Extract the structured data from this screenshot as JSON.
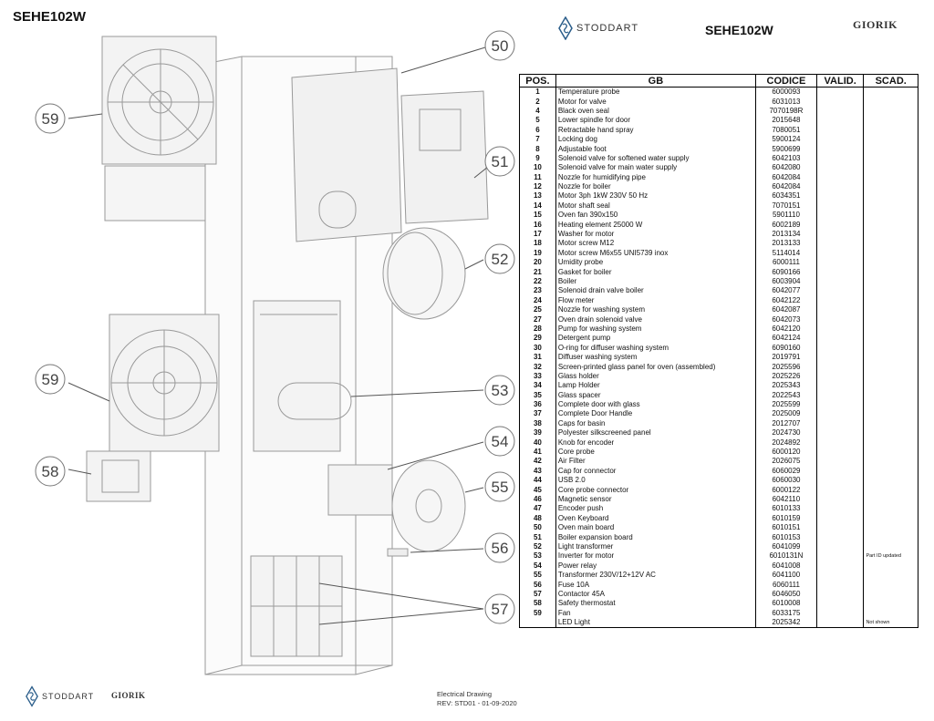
{
  "doc_id": "SEHE102W",
  "header": {
    "brand_left": "STODDART",
    "model": "SEHE102W",
    "brand_right": "GIORIK"
  },
  "footer": {
    "brand_left": "STODDART",
    "brand_right": "GIORIK",
    "drawing_type": "Electrical Drawing",
    "revision": "REV: STD01 - 01-09-2020"
  },
  "callouts": [
    "50",
    "51",
    "52",
    "53",
    "54",
    "55",
    "56",
    "57",
    "58",
    "59",
    "59"
  ],
  "table": {
    "headers": [
      "POS.",
      "GB",
      "CODICE",
      "VALID.",
      "SCAD."
    ],
    "rows": [
      {
        "pos": "1",
        "desc": "Temperature probe",
        "code": "6000093",
        "valid": "",
        "scad": ""
      },
      {
        "pos": "2",
        "desc": "Motor for valve",
        "code": "6031013",
        "valid": "",
        "scad": ""
      },
      {
        "pos": "4",
        "desc": "Black oven seal",
        "code": "7070198R",
        "valid": "",
        "scad": ""
      },
      {
        "pos": "5",
        "desc": "Lower spindle for door",
        "code": "2015648",
        "valid": "",
        "scad": ""
      },
      {
        "pos": "6",
        "desc": "Retractable hand spray",
        "code": "7080051",
        "valid": "",
        "scad": ""
      },
      {
        "pos": "7",
        "desc": "Locking dog",
        "code": "5900124",
        "valid": "",
        "scad": ""
      },
      {
        "pos": "8",
        "desc": "Adjustable foot",
        "code": "5900699",
        "valid": "",
        "scad": ""
      },
      {
        "pos": "9",
        "desc": "Solenoid valve for softened water supply",
        "code": "6042103",
        "valid": "",
        "scad": ""
      },
      {
        "pos": "10",
        "desc": "Solenoid valve for main water supply",
        "code": "6042080",
        "valid": "",
        "scad": ""
      },
      {
        "pos": "11",
        "desc": "Nozzle for humidifying pipe",
        "code": "6042084",
        "valid": "",
        "scad": ""
      },
      {
        "pos": "12",
        "desc": "Nozzle for boiler",
        "code": "6042084",
        "valid": "",
        "scad": ""
      },
      {
        "pos": "13",
        "desc": "Motor 3ph   1kW 230V 50 Hz",
        "code": "6034351",
        "valid": "",
        "scad": ""
      },
      {
        "pos": "14",
        "desc": "Motor shaft seal",
        "code": "7070151",
        "valid": "",
        "scad": ""
      },
      {
        "pos": "15",
        "desc": "Oven fan 390x150",
        "code": "5901110",
        "valid": "",
        "scad": ""
      },
      {
        "pos": "16",
        "desc": "Heating element 25000 W",
        "code": "6002189",
        "valid": "",
        "scad": ""
      },
      {
        "pos": "17",
        "desc": "Washer for motor",
        "code": "2013134",
        "valid": "",
        "scad": ""
      },
      {
        "pos": "18",
        "desc": "Motor screw M12",
        "code": "2013133",
        "valid": "",
        "scad": ""
      },
      {
        "pos": "19",
        "desc": "Motor screw M6x55 UNI5739 inox",
        "code": "5114014",
        "valid": "",
        "scad": ""
      },
      {
        "pos": "20",
        "desc": "Umidity probe",
        "code": "6000111",
        "valid": "",
        "scad": ""
      },
      {
        "pos": "21",
        "desc": "Gasket for boiler",
        "code": "6090166",
        "valid": "",
        "scad": ""
      },
      {
        "pos": "22",
        "desc": "Boiler",
        "code": "6003904",
        "valid": "",
        "scad": ""
      },
      {
        "pos": "23",
        "desc": "Solenoid drain valve boiler",
        "code": "6042077",
        "valid": "",
        "scad": ""
      },
      {
        "pos": "24",
        "desc": "Flow meter",
        "code": "6042122",
        "valid": "",
        "scad": ""
      },
      {
        "pos": "25",
        "desc": "Nozzle for washing system",
        "code": "6042087",
        "valid": "",
        "scad": ""
      },
      {
        "pos": "27",
        "desc": "Oven drain solenoid valve",
        "code": "6042073",
        "valid": "",
        "scad": ""
      },
      {
        "pos": "28",
        "desc": "Pump for washing system",
        "code": "6042120",
        "valid": "",
        "scad": ""
      },
      {
        "pos": "29",
        "desc": "Detergent pump",
        "code": "6042124",
        "valid": "",
        "scad": ""
      },
      {
        "pos": "30",
        "desc": "O-ring for diffuser washing system",
        "code": "6090160",
        "valid": "",
        "scad": ""
      },
      {
        "pos": "31",
        "desc": "Diffuser washing system",
        "code": "2019791",
        "valid": "",
        "scad": ""
      },
      {
        "pos": "32",
        "desc": "Screen-printed glass panel for oven (assembled)",
        "code": "2025596",
        "valid": "",
        "scad": ""
      },
      {
        "pos": "33",
        "desc": "Glass holder",
        "code": "2025226",
        "valid": "",
        "scad": ""
      },
      {
        "pos": "34",
        "desc": "Lamp Holder",
        "code": "2025343",
        "valid": "",
        "scad": ""
      },
      {
        "pos": "35",
        "desc": "Glass spacer",
        "code": "2022543",
        "valid": "",
        "scad": ""
      },
      {
        "pos": "36",
        "desc": "Complete door with glass",
        "code": "2025599",
        "valid": "",
        "scad": ""
      },
      {
        "pos": "37",
        "desc": "Complete Door Handle",
        "code": "2025009",
        "valid": "",
        "scad": ""
      },
      {
        "pos": "38",
        "desc": "Caps for basin",
        "code": "2012707",
        "valid": "",
        "scad": ""
      },
      {
        "pos": "39",
        "desc": "Polyester silkscreened panel",
        "code": "2024730",
        "valid": "",
        "scad": ""
      },
      {
        "pos": "40",
        "desc": "Knob for encoder",
        "code": "2024892",
        "valid": "",
        "scad": ""
      },
      {
        "pos": "41",
        "desc": "Core probe",
        "code": "6000120",
        "valid": "",
        "scad": ""
      },
      {
        "pos": "42",
        "desc": "Air Filter",
        "code": "2026075",
        "valid": "",
        "scad": ""
      },
      {
        "pos": "43",
        "desc": "Cap for connector",
        "code": "6060029",
        "valid": "",
        "scad": ""
      },
      {
        "pos": "44",
        "desc": "USB 2.0",
        "code": "6060030",
        "valid": "",
        "scad": ""
      },
      {
        "pos": "45",
        "desc": "Core probe connector",
        "code": "6000122",
        "valid": "",
        "scad": ""
      },
      {
        "pos": "46",
        "desc": "Magnetic sensor",
        "code": "6042110",
        "valid": "",
        "scad": ""
      },
      {
        "pos": "47",
        "desc": "Encoder push",
        "code": "6010133",
        "valid": "",
        "scad": ""
      },
      {
        "pos": "48",
        "desc": "Oven Keyboard",
        "code": "6010159",
        "valid": "",
        "scad": ""
      },
      {
        "pos": "50",
        "desc": "Oven main board",
        "code": "6010151",
        "valid": "",
        "scad": ""
      },
      {
        "pos": "51",
        "desc": "Boiler expansion board",
        "code": "6010153",
        "valid": "",
        "scad": ""
      },
      {
        "pos": "52",
        "desc": "Light transformer",
        "code": "6041099",
        "valid": "",
        "scad": ""
      },
      {
        "pos": "53",
        "desc": "Inverter for motor",
        "code": "6010131N",
        "valid": "",
        "scad": "Part ID updated"
      },
      {
        "pos": "54",
        "desc": "Power relay",
        "code": "6041008",
        "valid": "",
        "scad": ""
      },
      {
        "pos": "55",
        "desc": "Transformer 230V/12+12V AC",
        "code": "6041100",
        "valid": "",
        "scad": ""
      },
      {
        "pos": "56",
        "desc": "Fuse 10A",
        "code": "6060111",
        "valid": "",
        "scad": ""
      },
      {
        "pos": "57",
        "desc": "Contactor 45A",
        "code": "6046050",
        "valid": "",
        "scad": ""
      },
      {
        "pos": "58",
        "desc": "Safety thermostat",
        "code": "6010008",
        "valid": "",
        "scad": ""
      },
      {
        "pos": "59",
        "desc": "Fan",
        "code": "6033175",
        "valid": "",
        "scad": ""
      },
      {
        "pos": "",
        "desc": "LED Light",
        "code": "2025342",
        "valid": "",
        "scad": "Not shown"
      }
    ]
  }
}
